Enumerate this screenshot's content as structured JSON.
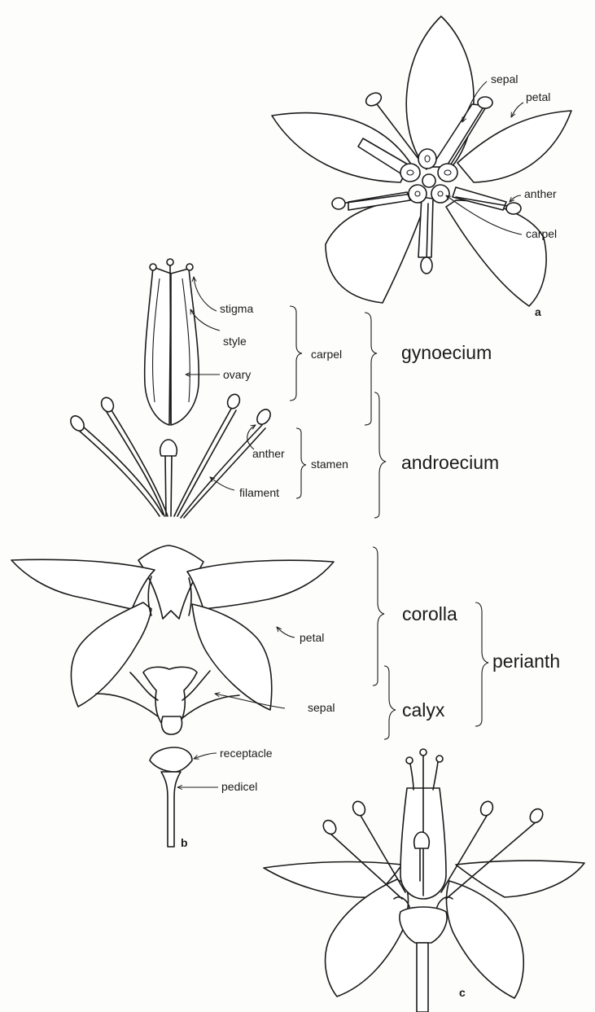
{
  "figure_a": {
    "panel_label": "a",
    "labels": {
      "sepal": "sepal",
      "petal": "petal",
      "anther": "anther",
      "carpel": "carpel"
    }
  },
  "figure_b": {
    "panel_label": "b",
    "labels": {
      "stigma": "stigma",
      "style": "style",
      "ovary": "ovary",
      "anther": "anther",
      "filament": "filament",
      "petal": "petal",
      "sepal": "sepal",
      "receptacle": "receptacle",
      "pedicel": "pedicel"
    }
  },
  "figure_c": {
    "panel_label": "c"
  },
  "groups": {
    "carpel": "carpel",
    "stamen": "stamen",
    "gynoecium": "gynoecium",
    "androecium": "androecium",
    "corolla": "corolla",
    "calyx": "calyx",
    "perianth": "perianth"
  }
}
